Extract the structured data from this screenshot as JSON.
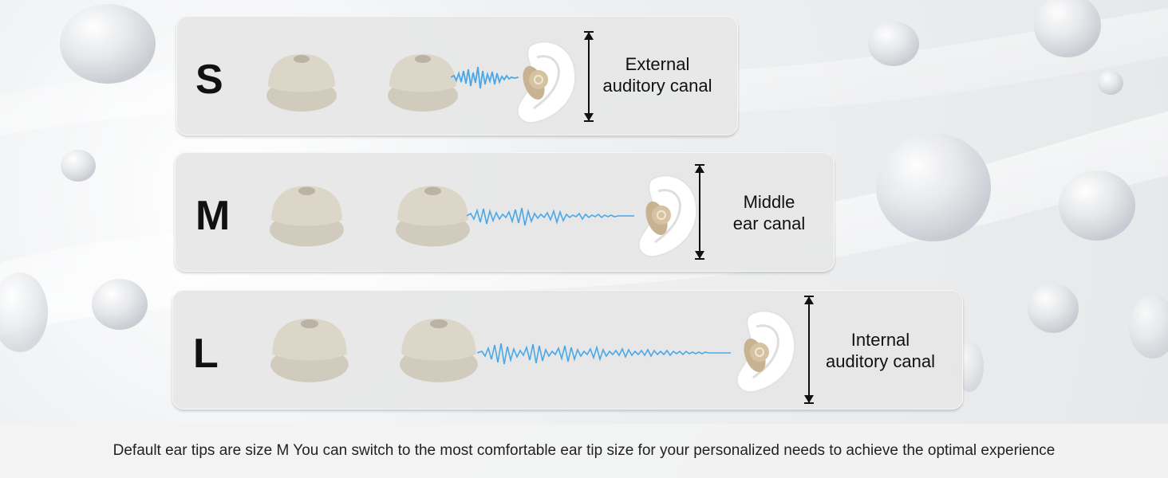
{
  "sizes": [
    {
      "letter": "S",
      "label_line1": "External",
      "label_line2": "auditory canal"
    },
    {
      "letter": "M",
      "label_line1": "Middle",
      "label_line2": "ear canal"
    },
    {
      "letter": "L",
      "label_line1": "Internal",
      "label_line2": "auditory canal"
    }
  ],
  "footer": {
    "text": "Default ear tips are size M You can switch to the most comfortable ear tip size for your personalized needs to achieve the optimal experience"
  },
  "colors": {
    "ear_tip": "#d8d2c5",
    "sound_wave": "#4aa8e8",
    "ear": "#f7f7f7",
    "earbud": "#d6c2a1"
  },
  "icons": {
    "ear_tip": "ear-tip-icon",
    "sound_wave": "sound-wave-icon",
    "ear": "ear-with-earbud-icon",
    "measure": "double-arrow-measure-icon"
  }
}
